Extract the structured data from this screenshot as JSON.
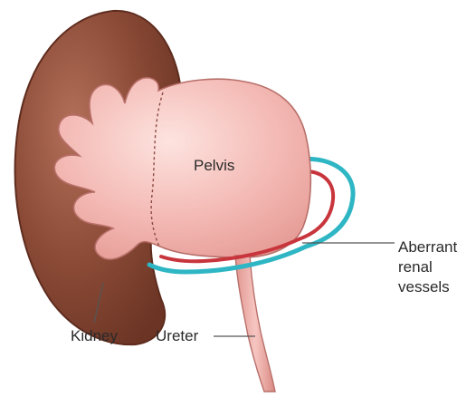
{
  "labels": {
    "pelvis": "Pelvis",
    "kidney": "Kidney",
    "ureter": "Ureter",
    "aberrant_vessels": [
      "Aberrant",
      "renal",
      "vessels"
    ]
  },
  "colors": {
    "kidney": "#8a4a36",
    "kidney_highlight": "#b3705a",
    "pelvis": "#f3b7b2",
    "pelvis_highlight": "#fbdcd8",
    "artery": "#c8353c",
    "vein": "#2eb6c4",
    "leader_line": "#555555"
  },
  "icons": {
    "kidney": "kidney-icon",
    "pelvis": "renal-pelvis-icon",
    "ureter": "ureter-icon"
  }
}
